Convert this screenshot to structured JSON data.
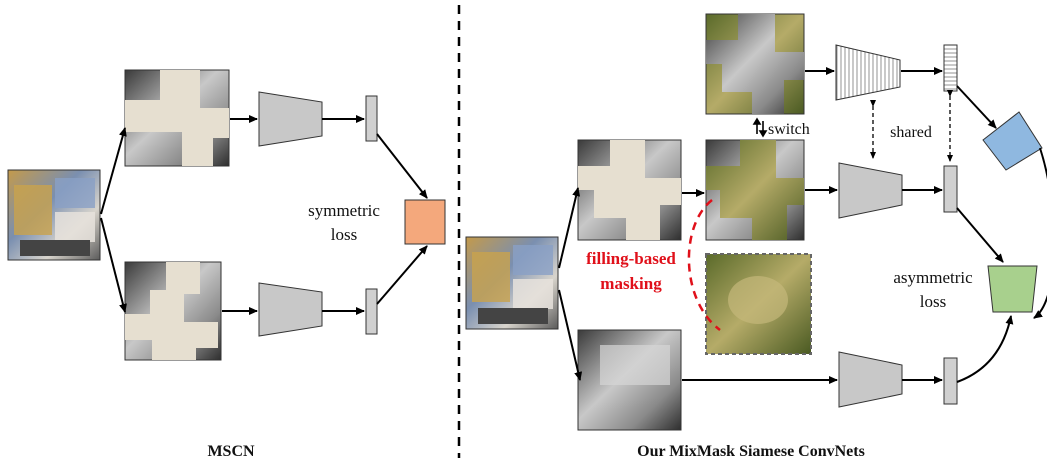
{
  "left_panel": {
    "title": "MSCN",
    "loss_label_line1": "symmetric",
    "loss_label_line2": "loss",
    "loss_color": "#f4a87c"
  },
  "right_panel": {
    "title": "Our MixMask Siamese ConvNets",
    "switch_label": "switch",
    "shared_label": "shared",
    "masking_label_line1": "filling-based",
    "masking_label_line2": "masking",
    "masking_color": "#e0101a",
    "loss_label_line1": "asymmetric",
    "loss_label_line2": "loss",
    "projector_color": "#8fb8e0",
    "loss_color": "#a8d08d"
  },
  "colors": {
    "encoder": "#c8c8c8",
    "embedding": "#d0d0d0",
    "mask_fill": "#e6dfd0",
    "arrow": "#000000"
  },
  "icons": {
    "switch_arrows": "up-down-arrows-icon"
  }
}
